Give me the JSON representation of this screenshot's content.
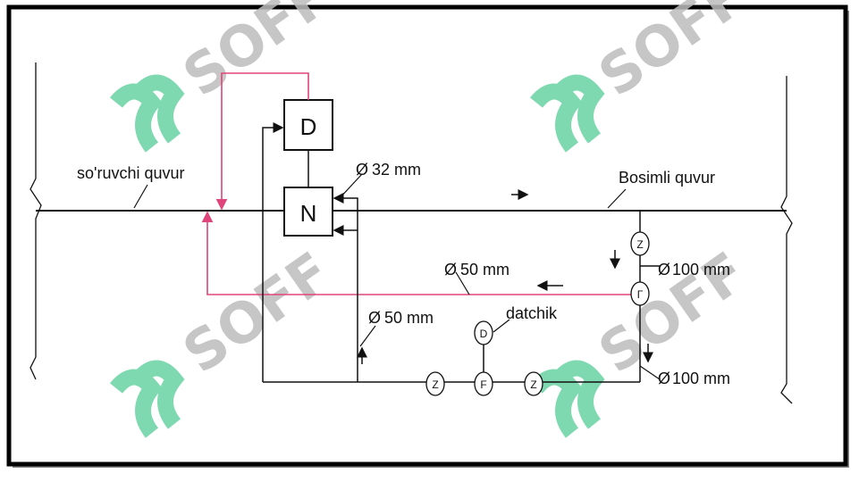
{
  "labels": {
    "suction_pipe": "so'ruvchi quvur",
    "pressure_pipe": "Bosimli quvur",
    "d32": "32 mm",
    "d50_red": "50 mm",
    "d50_vert": "50 mm",
    "d100_top": "100 mm",
    "d100_bottom": "100 mm",
    "sensor": "datchik"
  },
  "boxes": {
    "D": "D",
    "N": "N"
  },
  "symbols": {
    "z1": "Z",
    "gamma": "Γ",
    "d": "D",
    "z2": "Z",
    "f": "F",
    "z3": "Z"
  },
  "diameter_sign": "Ø",
  "watermark": "SOFF",
  "colors": {
    "pipe": "#111111",
    "return_line": "#e0457a",
    "watermark_logo": "#7fd9b0",
    "watermark_text": "#bdbdbd"
  }
}
